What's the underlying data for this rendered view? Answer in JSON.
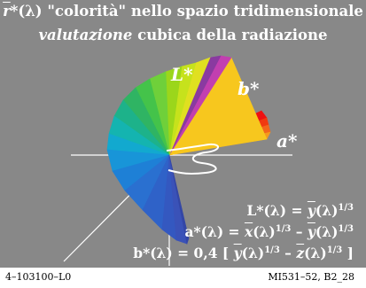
{
  "title": {
    "line1_prefix": "r",
    "line1_rest": "*(λ) \"colorità\" nello spazio tridimensionale",
    "line2_italic": "valutazione",
    "line2_rest": " cubica della radiazione"
  },
  "axes": {
    "L": "L*",
    "b": "b*",
    "a": "a*"
  },
  "formulas": [
    "L*(λ) = y(λ)^1/3",
    "a*(λ) = x(λ)^1/3 – y(λ)^1/3",
    "b*(λ) = 0,4 [ y(λ)^1/3 – z(λ)^1/3 ]"
  ],
  "footer": {
    "left": "4–103100–L0",
    "right": "MI531–52, B2_28"
  },
  "colors": {
    "panel": "#888888",
    "text": "#ffffff"
  }
}
